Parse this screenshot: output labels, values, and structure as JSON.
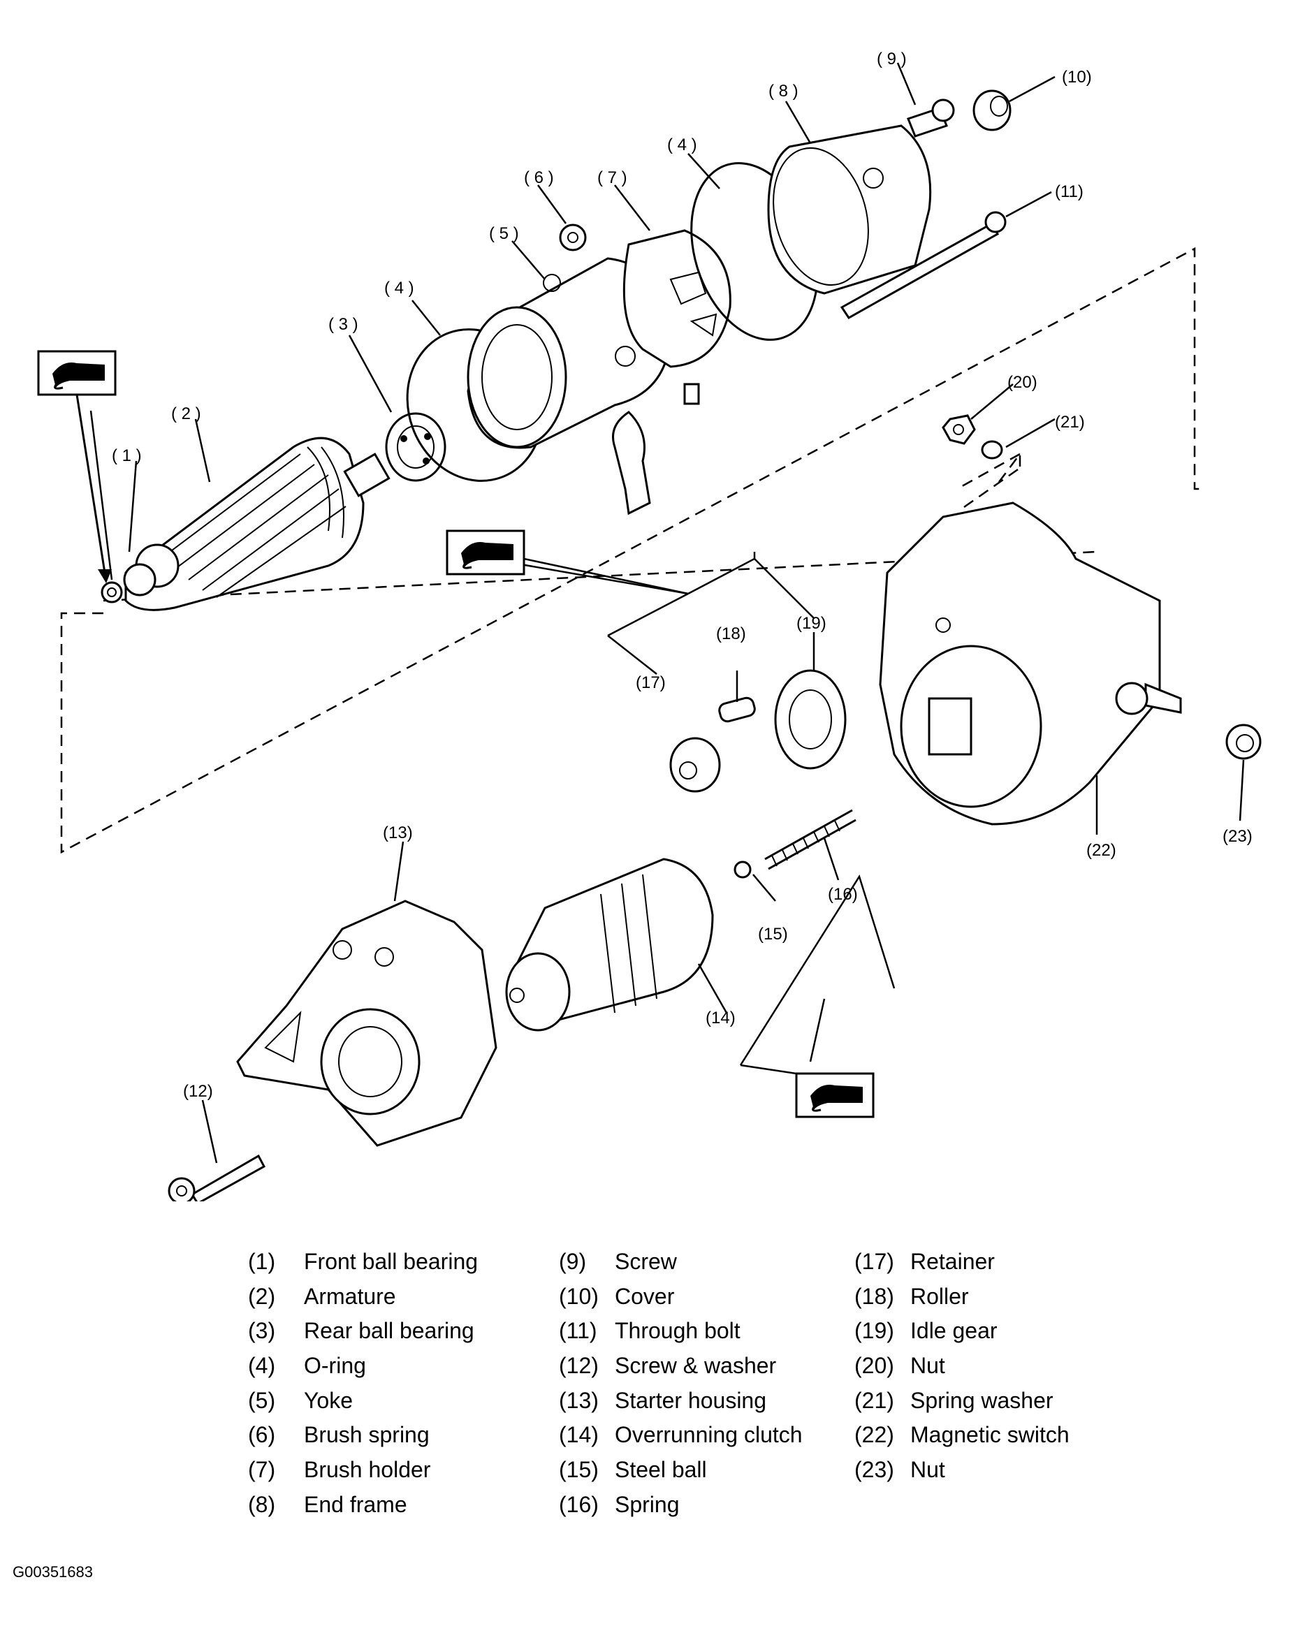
{
  "callouts": [
    {
      "id": "c1",
      "label": "( 1 )"
    },
    {
      "id": "c2",
      "label": "( 2 )"
    },
    {
      "id": "c3",
      "label": "( 3 )"
    },
    {
      "id": "c4a",
      "label": "( 4 )"
    },
    {
      "id": "c4b",
      "label": "( 4 )"
    },
    {
      "id": "c5",
      "label": "( 5 )"
    },
    {
      "id": "c6",
      "label": "( 6 )"
    },
    {
      "id": "c7",
      "label": "( 7 )"
    },
    {
      "id": "c8",
      "label": "( 8 )"
    },
    {
      "id": "c9",
      "label": "( 9 )"
    },
    {
      "id": "c10",
      "label": "(10)"
    },
    {
      "id": "c11",
      "label": "(11)"
    },
    {
      "id": "c12",
      "label": "(12)"
    },
    {
      "id": "c13",
      "label": "(13)"
    },
    {
      "id": "c14",
      "label": "(14)"
    },
    {
      "id": "c15",
      "label": "(15)"
    },
    {
      "id": "c16",
      "label": "(16)"
    },
    {
      "id": "c17",
      "label": "(17)"
    },
    {
      "id": "c18",
      "label": "(18)"
    },
    {
      "id": "c19",
      "label": "(19)"
    },
    {
      "id": "c20",
      "label": "(20)"
    },
    {
      "id": "c21",
      "label": "(21)"
    },
    {
      "id": "c22",
      "label": "(22)"
    },
    {
      "id": "c23",
      "label": "(23)"
    }
  ],
  "legend": {
    "columns": [
      [
        {
          "num": "(1)",
          "name": "Front ball bearing"
        },
        {
          "num": "(2)",
          "name": "Armature"
        },
        {
          "num": "(3)",
          "name": "Rear ball bearing"
        },
        {
          "num": "(4)",
          "name": "O-ring"
        },
        {
          "num": "(5)",
          "name": "Yoke"
        },
        {
          "num": "(6)",
          "name": "Brush spring"
        },
        {
          "num": "(7)",
          "name": "Brush holder"
        },
        {
          "num": "(8)",
          "name": "End frame"
        }
      ],
      [
        {
          "num": "(9)",
          "name": "Screw"
        },
        {
          "num": "(10)",
          "name": "Cover"
        },
        {
          "num": "(11)",
          "name": "Through bolt"
        },
        {
          "num": "(12)",
          "name": "Screw & washer"
        },
        {
          "num": "(13)",
          "name": "Starter housing"
        },
        {
          "num": "(14)",
          "name": "Overrunning clutch"
        },
        {
          "num": "(15)",
          "name": "Steel ball"
        },
        {
          "num": "(16)",
          "name": "Spring"
        }
      ],
      [
        {
          "num": "(17)",
          "name": "Retainer"
        },
        {
          "num": "(18)",
          "name": "Roller"
        },
        {
          "num": "(19)",
          "name": "Idle gear"
        },
        {
          "num": "(20)",
          "name": "Nut"
        },
        {
          "num": "(21)",
          "name": "Spring washer"
        },
        {
          "num": "(22)",
          "name": "Magnetic switch"
        },
        {
          "num": "(23)",
          "name": "Nut"
        }
      ]
    ]
  },
  "figure_id": "G00351683",
  "icons": [
    "grease-icon",
    "grease-icon",
    "grease-icon"
  ]
}
